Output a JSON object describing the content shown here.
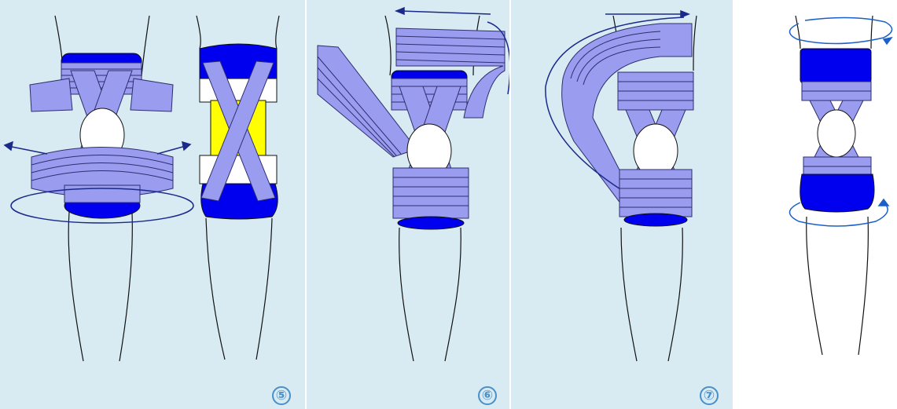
{
  "colors": {
    "panel_background": "#d8eaf2",
    "tape": "#9a9cf0",
    "tape_dark": "#0000ee",
    "tape_stripe": "#2e2e6e",
    "pad_yellow": "#ffff00",
    "arrow": "#1a2a8a",
    "step_number": "#4a90c8",
    "leg_outline": "#111111"
  },
  "icons": [
    "double-arrow-icon",
    "rotation-arrow-icon"
  ],
  "steps": [
    {
      "number": "⑤",
      "label": "5"
    },
    {
      "number": "⑥",
      "label": "6"
    },
    {
      "number": "⑦",
      "label": "7"
    }
  ]
}
